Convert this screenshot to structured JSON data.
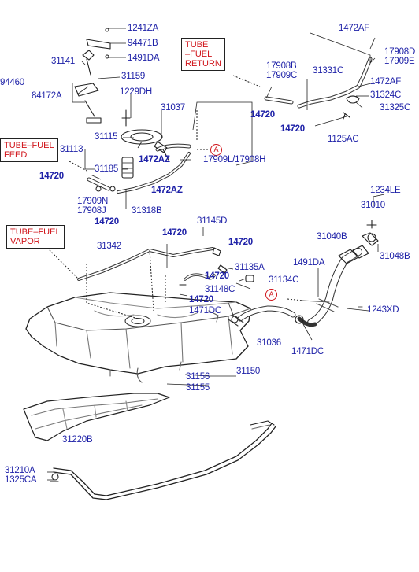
{
  "tags": {
    "return": "TUBE\n–FUEL\nRETURN",
    "feed": "TUBE–FUEL\nFEED",
    "vapor": "TUBE–FUEL\nVAPOR"
  },
  "callout": "A",
  "labels": {
    "p1241za": "1241ZA",
    "p94471b": "94471B",
    "p1491da_top": "1491DA",
    "p31141": "31141",
    "p31159": "31159",
    "p84172a": "84172A",
    "p94460": "94460",
    "p1229dh": "1229DH",
    "p31037": "31037",
    "p31115": "31115",
    "p31113": "31113",
    "p1472az_a": "1472AZ",
    "p17909l": "17909L/17908H",
    "p31185": "31185",
    "p14720_feed": "14720",
    "p1472az_b": "1472AZ",
    "p17909n": "17909N",
    "p17908j": "17908J",
    "p31318b": "31318B",
    "p14720_c": "14720",
    "p1472af_top": "1472AF",
    "p17908d": "17908D",
    "p17909e": "17909E",
    "p17908b": "17908B",
    "p17909c": "17909C",
    "p31331c": "31331C",
    "p1472af_mid": "1472AF",
    "p31324c": "31324C",
    "p31325c": "31325C",
    "p14720_r1": "14720",
    "p14720_r2": "14720",
    "p1125ac": "1125AC",
    "p1234le": "1234LE",
    "p31010": "31010",
    "p31040b": "31040B",
    "p31048b": "31048B",
    "p1491da_mid": "1491DA",
    "p1243xd": "1243XD",
    "p31145d": "31145D",
    "p14720_v1": "14720",
    "p14720_v2": "14720",
    "p31342": "31342",
    "p31135a": "31135A",
    "p14720_v3": "14720",
    "p31134c": "31134C",
    "p31148c": "31148C",
    "p14720_v4": "14720",
    "p1471dc_a": "1471DC",
    "p31036": "31036",
    "p1471dc_b": "1471DC",
    "p31156": "31156",
    "p31155": "31155",
    "p31150": "31150",
    "p31220b": "31220B",
    "p31210a": "31210A",
    "p1325ca": "1325CA"
  }
}
